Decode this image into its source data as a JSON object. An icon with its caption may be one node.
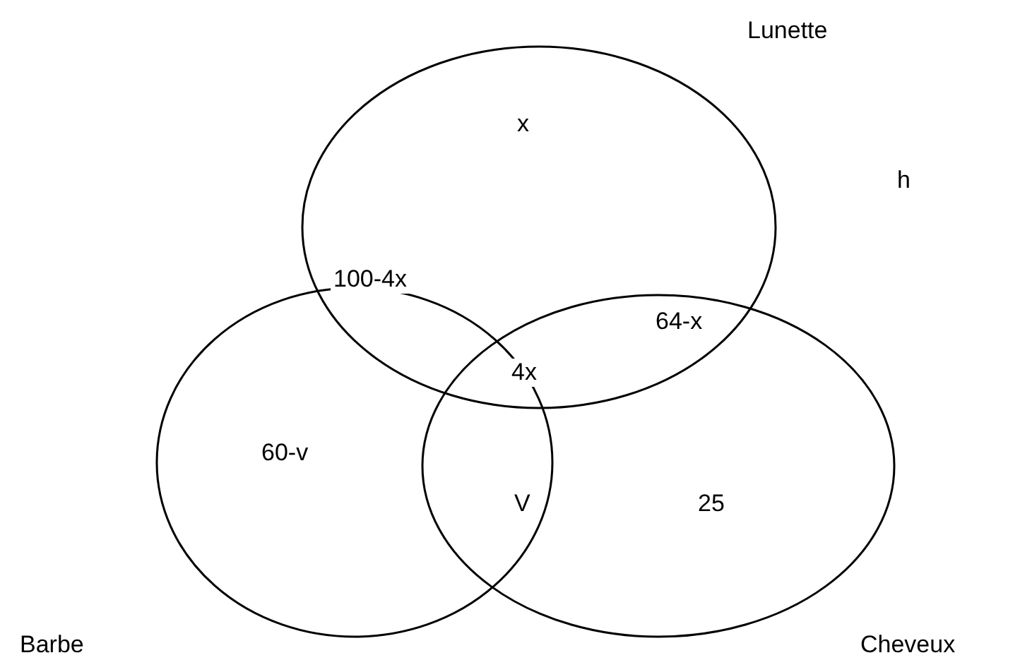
{
  "diagram": {
    "nodes": [
      {
        "text": [
          "Lunette"
        ]
      },
      {
        "text": [
          "Barbe"
        ]
      },
      {
        "text": [
          "Cheveux"
        ]
      }
    ],
    "labels": [
      "x",
      "h",
      "100-4x",
      "64-x",
      "4x",
      "60-v",
      "V",
      "25"
    ]
  }
}
